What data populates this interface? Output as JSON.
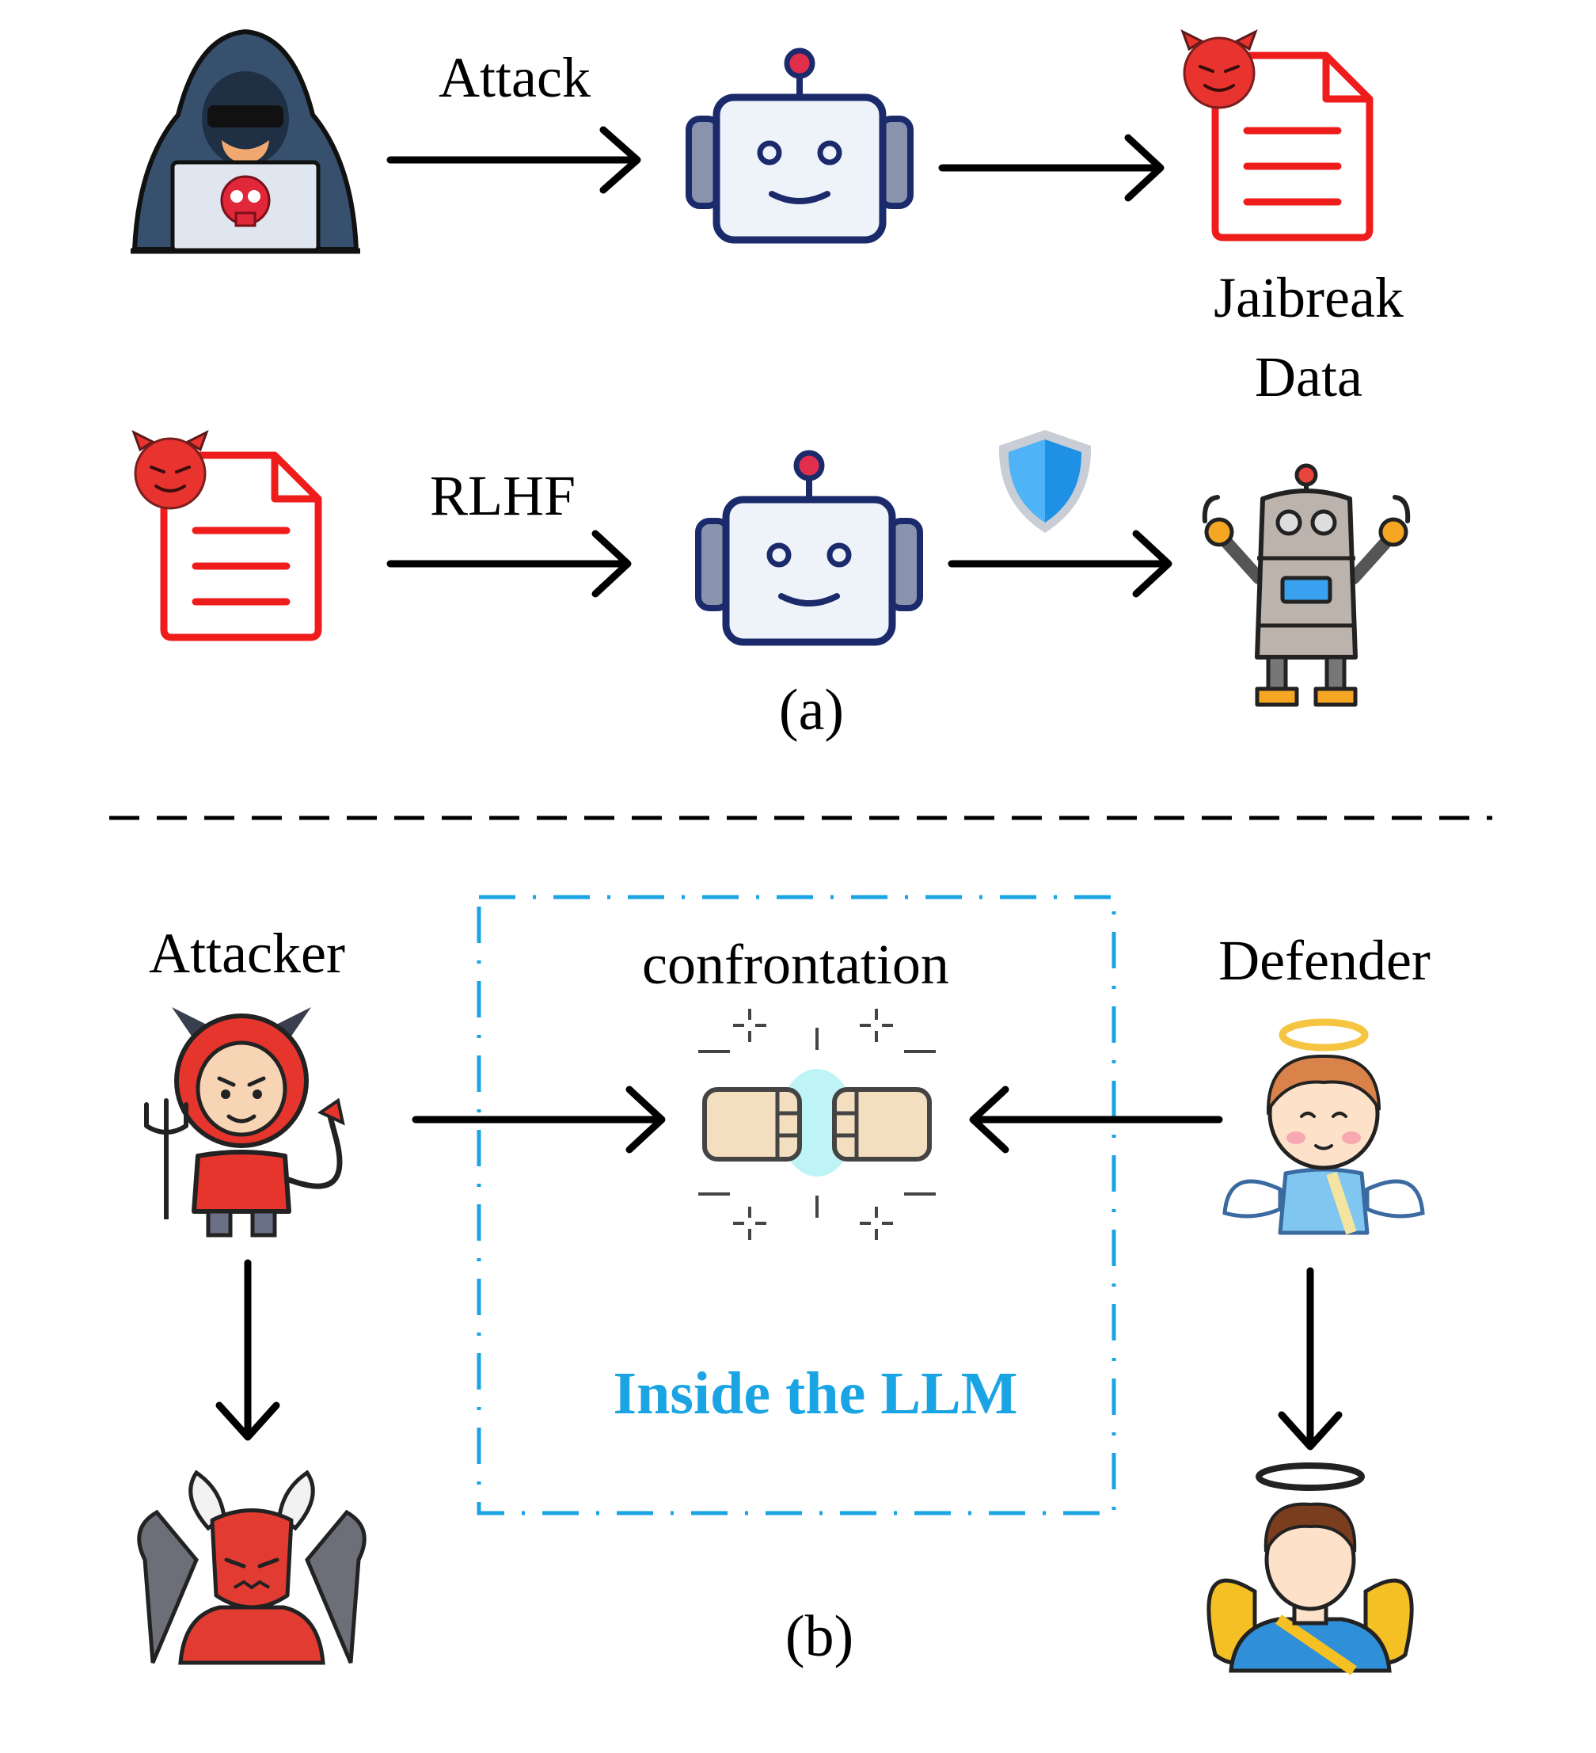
{
  "panel_a": {
    "row1_arrow_label": "Attack",
    "jailbreak_label_line1": "Jaibreak",
    "jailbreak_label_line2": "Data",
    "row2_arrow_label": "RLHF",
    "caption": "(a)"
  },
  "panel_b": {
    "attacker_label": "Attacker",
    "confrontation_label": "confrontation",
    "defender_label": "Defender",
    "llm_box_label": "Inside the LLM",
    "caption": "(b)"
  },
  "colors": {
    "arrow": "#000000",
    "doc_red": "#ef1c1c",
    "llm_box": "#1ba4e3",
    "robot_outline": "#1b2a6b",
    "shield": "#1e90e6"
  },
  "icons": {
    "hacker": "hacker-icon",
    "chatbot": "chatbot-icon",
    "jailbreak_doc": "malicious-document-icon",
    "devil_emoji": "devil-face-icon",
    "shield": "shield-icon",
    "armed_robot": "robot-icon",
    "devil_child": "devil-child-icon",
    "fist_bump": "fist-bump-icon",
    "angel_child": "angel-child-icon",
    "demon": "demon-icon",
    "angel_adult": "angel-icon"
  }
}
